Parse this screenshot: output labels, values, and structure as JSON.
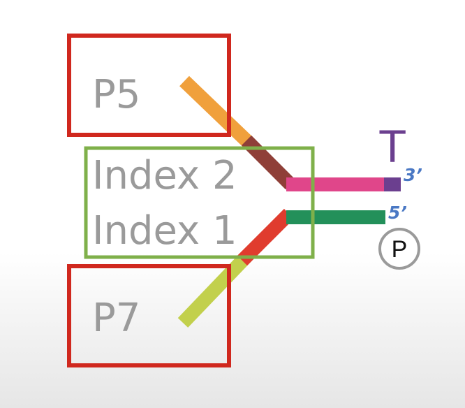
{
  "labels": {
    "p5": "P5",
    "index2": "Index 2",
    "index1": "Index 1",
    "p7": "P7",
    "t": "T",
    "end3": "3’",
    "end5": "5’",
    "phosphate": "P"
  },
  "colors": {
    "box_red": "#d0281e",
    "box_green": "#7fb04a",
    "p5_segment": "#f0a03c",
    "index2_segment": "#8f3f38",
    "insert_top": "#e0468a",
    "t_overhang": "#6b3f8f",
    "insert_bottom": "#23905a",
    "index1_segment": "#e03c2e",
    "p7_segment": "#c2d04c",
    "end_label": "#4a78c4",
    "label_gray": "#9a9a9a"
  }
}
